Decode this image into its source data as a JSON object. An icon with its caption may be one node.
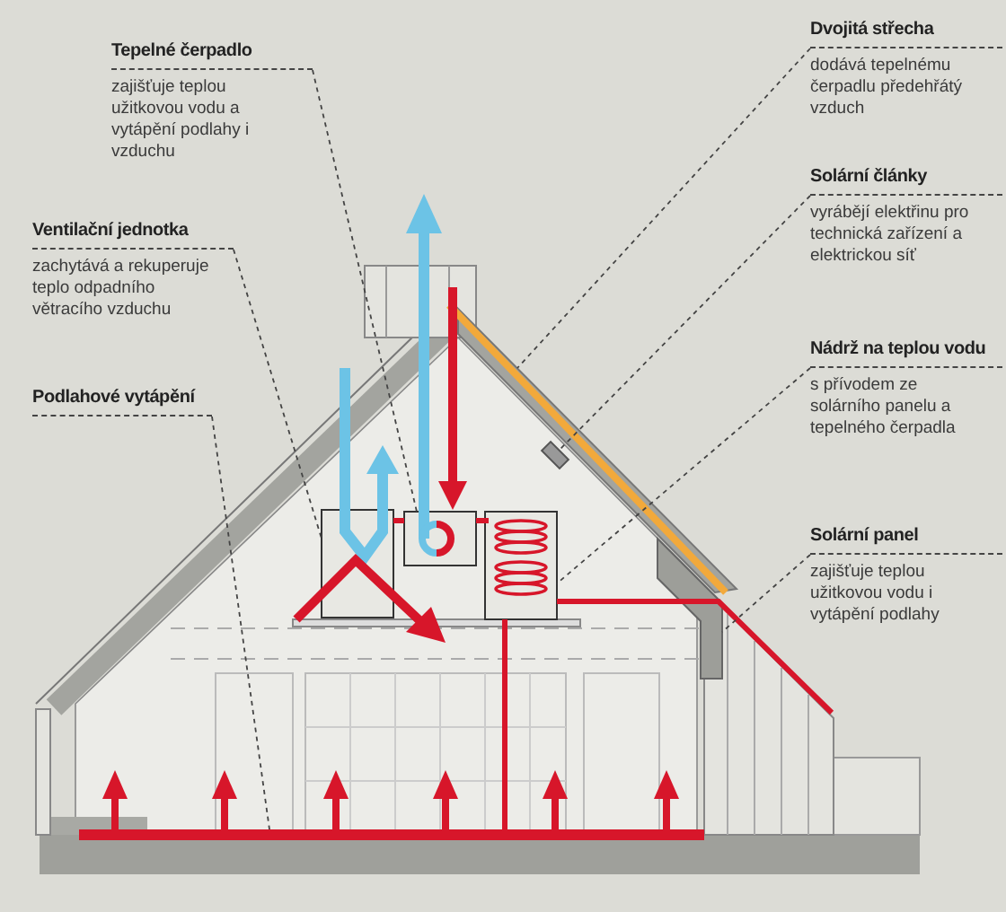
{
  "diagram": {
    "nodes": [
      {
        "text": [
          "Tepelné čerpadlo",
          "zajišťuje teplou užitkovou vodu a vytápění podlahy i vzduchu"
        ]
      },
      {
        "text": [
          "Dvojitá střecha",
          "dodává tepelnému čerpadlu předehřátý vzduch"
        ]
      },
      {
        "text": [
          "Ventilační jednotka",
          "zachytává a rekuperuje teplo odpadního větracího vzduchu"
        ]
      },
      {
        "text": [
          "Solární články",
          "vyrábějí elektřinu pro technická zařízení a elektrickou síť"
        ]
      },
      {
        "text": [
          "Podlahové vytápění"
        ]
      },
      {
        "text": [
          "Nádrž na teplou vodu",
          "s přívodem ze solárního panelu a tepelného čerpadla"
        ]
      },
      {
        "text": [
          "Solární panel",
          "zajišťuje teplou užitkovou vodu i vytápění podlahy"
        ]
      },
      {
        "text": [],
        "shape": "box"
      },
      {
        "text": [],
        "shape": "bar"
      },
      {
        "text": [],
        "shape": "box"
      },
      {
        "text": [],
        "shape": "box"
      },
      {
        "text": [],
        "shape": "bar"
      },
      {
        "text": [],
        "shape": "box"
      },
      {
        "text": [],
        "shape": "bar"
      }
    ],
    "edges": [
      {
        "from": 0,
        "to": 7,
        "arrow": "none",
        "style": "dashed"
      },
      {
        "from": 1,
        "to": 8,
        "arrow": "none",
        "style": "dashed"
      },
      {
        "from": 2,
        "to": 9,
        "arrow": "none",
        "style": "dashed"
      },
      {
        "from": 3,
        "to": 10,
        "arrow": "none",
        "style": "dashed"
      },
      {
        "from": 4,
        "to": 11,
        "arrow": "none",
        "style": "dashed"
      },
      {
        "from": 5,
        "to": 12,
        "arrow": "none",
        "style": "dashed"
      },
      {
        "from": 6,
        "to": 13,
        "arrow": "none",
        "style": "dashed"
      }
    ]
  }
}
